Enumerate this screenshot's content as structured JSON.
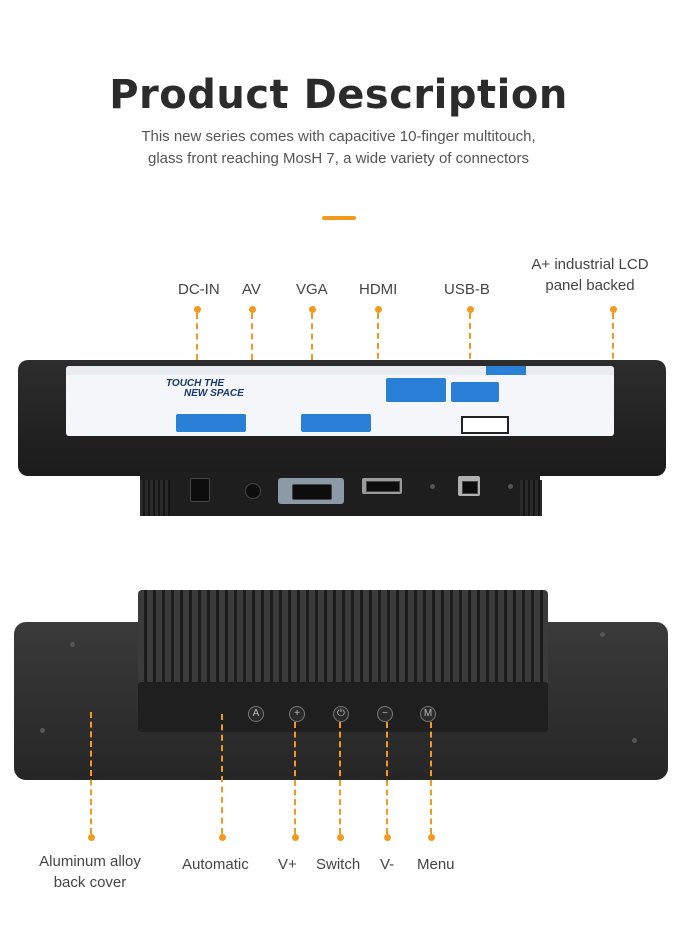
{
  "header": {
    "title": "Product Description",
    "subtitle_line1": "This new series comes with capacitive 10-finger multitouch,",
    "subtitle_line2": "glass front reaching MosH 7, a wide variety of connectors"
  },
  "front_labels": {
    "dc_in": "DC-IN",
    "av": "AV",
    "vga": "VGA",
    "hdmi": "HDMI",
    "usb_b": "USB-B",
    "lcd_line1": "A+ industrial LCD",
    "lcd_line2": "panel backed"
  },
  "screen_text": {
    "headline1": "TOUCH THE",
    "headline2": "NEW SPACE"
  },
  "back_labels": {
    "alloy_line1": "Aluminum alloy",
    "alloy_line2": "back cover",
    "automatic": "Automatic",
    "v_plus": "V+",
    "switch": "Switch",
    "v_minus": "V-",
    "menu": "Menu"
  },
  "button_glyphs": {
    "automatic": "A",
    "v_plus": "+",
    "switch": "⏻",
    "v_minus": "−",
    "menu": "M"
  },
  "colors": {
    "accent": "#f39a1e",
    "device": "#1e1e1e",
    "screen_blue": "#2a7fd6"
  }
}
